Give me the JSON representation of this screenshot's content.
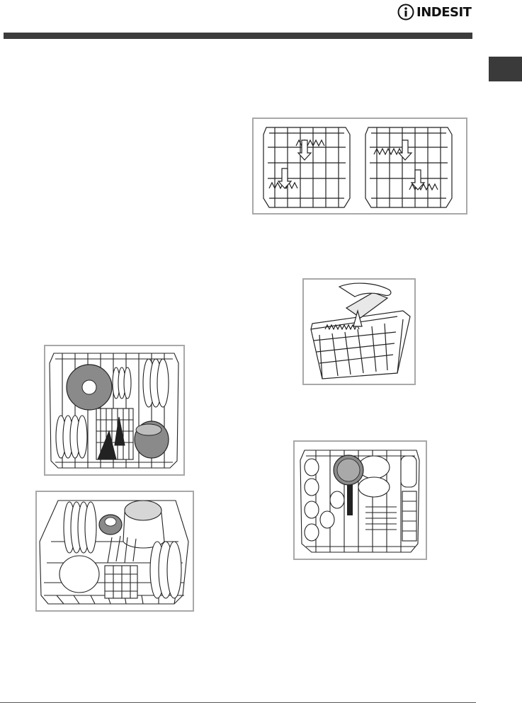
{
  "brand": {
    "name": "INDESIT",
    "mark": "i"
  },
  "colors": {
    "header_bar": "#3c3c3c",
    "side_tab": "#3a3a3a",
    "figure_border": "#a8a8a8",
    "dish_grey": "#8a8a8a"
  },
  "figures": [
    {
      "id": "fig-rack-height-adjust",
      "icon": "upper-rack-adjust-illustration"
    },
    {
      "id": "fig-cutlery-basket",
      "icon": "cutlery-basket-illustration"
    },
    {
      "id": "fig-upper-rack-loaded",
      "icon": "upper-rack-loaded-illustration"
    },
    {
      "id": "fig-lower-rack-loaded",
      "icon": "lower-rack-loaded-illustration"
    },
    {
      "id": "fig-lower-rack-pots",
      "icon": "lower-rack-pots-illustration"
    }
  ]
}
